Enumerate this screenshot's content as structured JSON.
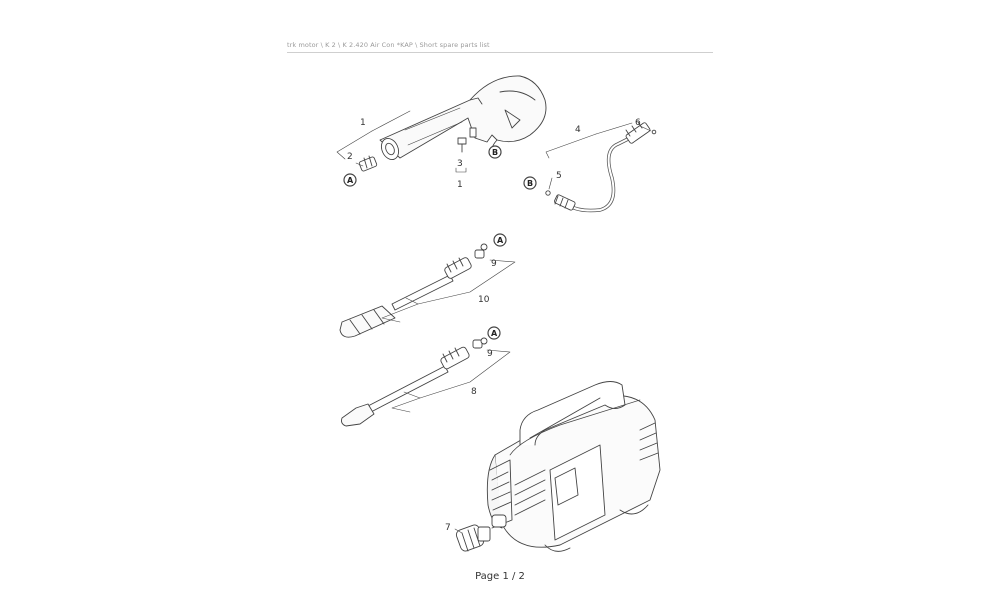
{
  "document": {
    "header": "trk motor \\ K 2 \\ K 2.420 Air Con *KAP \\ Short spare parts list",
    "footer": "Page 1 / 2"
  },
  "callouts": {
    "c1": "1",
    "c2": "2",
    "c3": "3",
    "c1b": "1",
    "c4": "4",
    "c5": "5",
    "c6": "6",
    "c9a": "9",
    "c10": "10",
    "c9b": "9",
    "c8": "8",
    "c7": "7"
  },
  "badges": {
    "a1": "A",
    "b1": "B",
    "b2": "B",
    "a2": "A",
    "a3": "A"
  }
}
